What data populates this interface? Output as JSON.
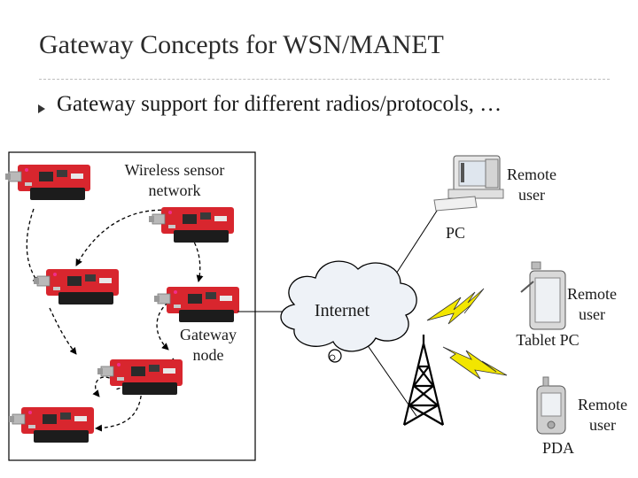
{
  "slide": {
    "title": "Gateway Concepts for WSN/MANET",
    "bullet": "Gateway support for different radios/protocols, …"
  },
  "labels": {
    "wsn_line1": "Wireless sensor",
    "wsn_line2": "network",
    "pc_remote_line1": "Remote",
    "pc_remote_line2": "user",
    "pc": "PC",
    "internet": "Internet",
    "tablet_remote_line1": "Remote",
    "tablet_remote_line2": "user",
    "tablet_pc": "Tablet PC",
    "gateway_line1": "Gateway",
    "gateway_line2": "node",
    "pda_remote_line1": "Remote",
    "pda_remote_line2": "user",
    "pda": "PDA"
  },
  "icons": {
    "sensor": "sensor-node-icon",
    "pc": "desktop-pc-icon",
    "tablet": "tablet-pc-icon",
    "pda": "pda-icon",
    "tower": "radio-tower-icon",
    "wireless": "lightning-bolt-icon",
    "cloud": "internet-cloud-icon"
  },
  "colors": {
    "sensor_board": "#d8262e",
    "bolt": "#f2e600",
    "cloud_fill": "#eef2f7"
  }
}
